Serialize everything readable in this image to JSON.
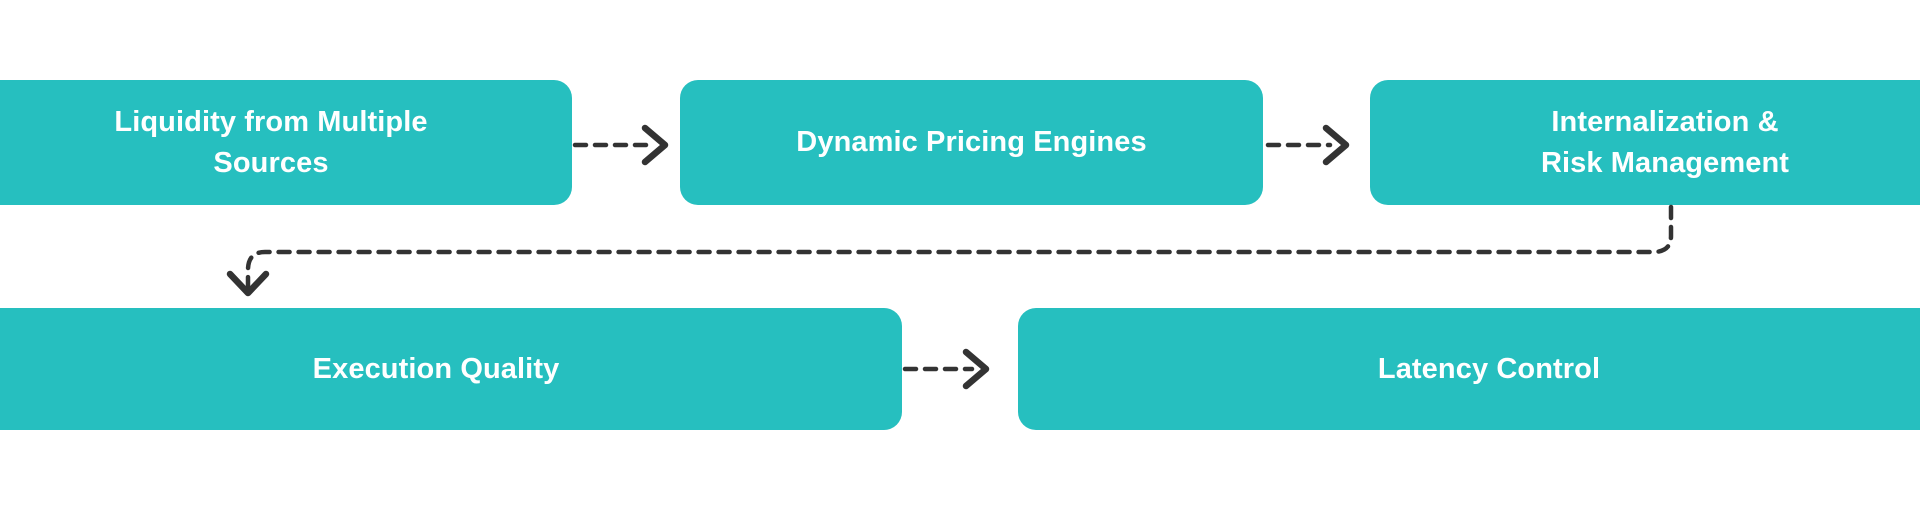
{
  "diagram": {
    "background_color": "#ffffff",
    "node_color": "#26bfbf",
    "node_text_color": "#ffffff",
    "connector_color": "#333333",
    "nodes": [
      {
        "id": "liquidity",
        "label": "Liquidity from Multiple\nSources"
      },
      {
        "id": "pricing",
        "label": "Dynamic Pricing Engines"
      },
      {
        "id": "internal",
        "label": "Internalization &\nRisk Management"
      },
      {
        "id": "execution",
        "label": "Execution Quality"
      },
      {
        "id": "latency",
        "label": "Latency Control"
      }
    ],
    "connectors": [
      {
        "id": "liquidity-to-pricing",
        "from": "liquidity",
        "to": "pricing",
        "style": "dashed",
        "direction": "right"
      },
      {
        "id": "pricing-to-internal",
        "from": "pricing",
        "to": "internal",
        "style": "dashed",
        "direction": "right"
      },
      {
        "id": "internal-to-execution",
        "from": "internal",
        "to": "execution",
        "style": "dashed",
        "direction": "elbow-down-left"
      },
      {
        "id": "execution-to-latency",
        "from": "execution",
        "to": "latency",
        "style": "dashed",
        "direction": "right"
      }
    ]
  }
}
